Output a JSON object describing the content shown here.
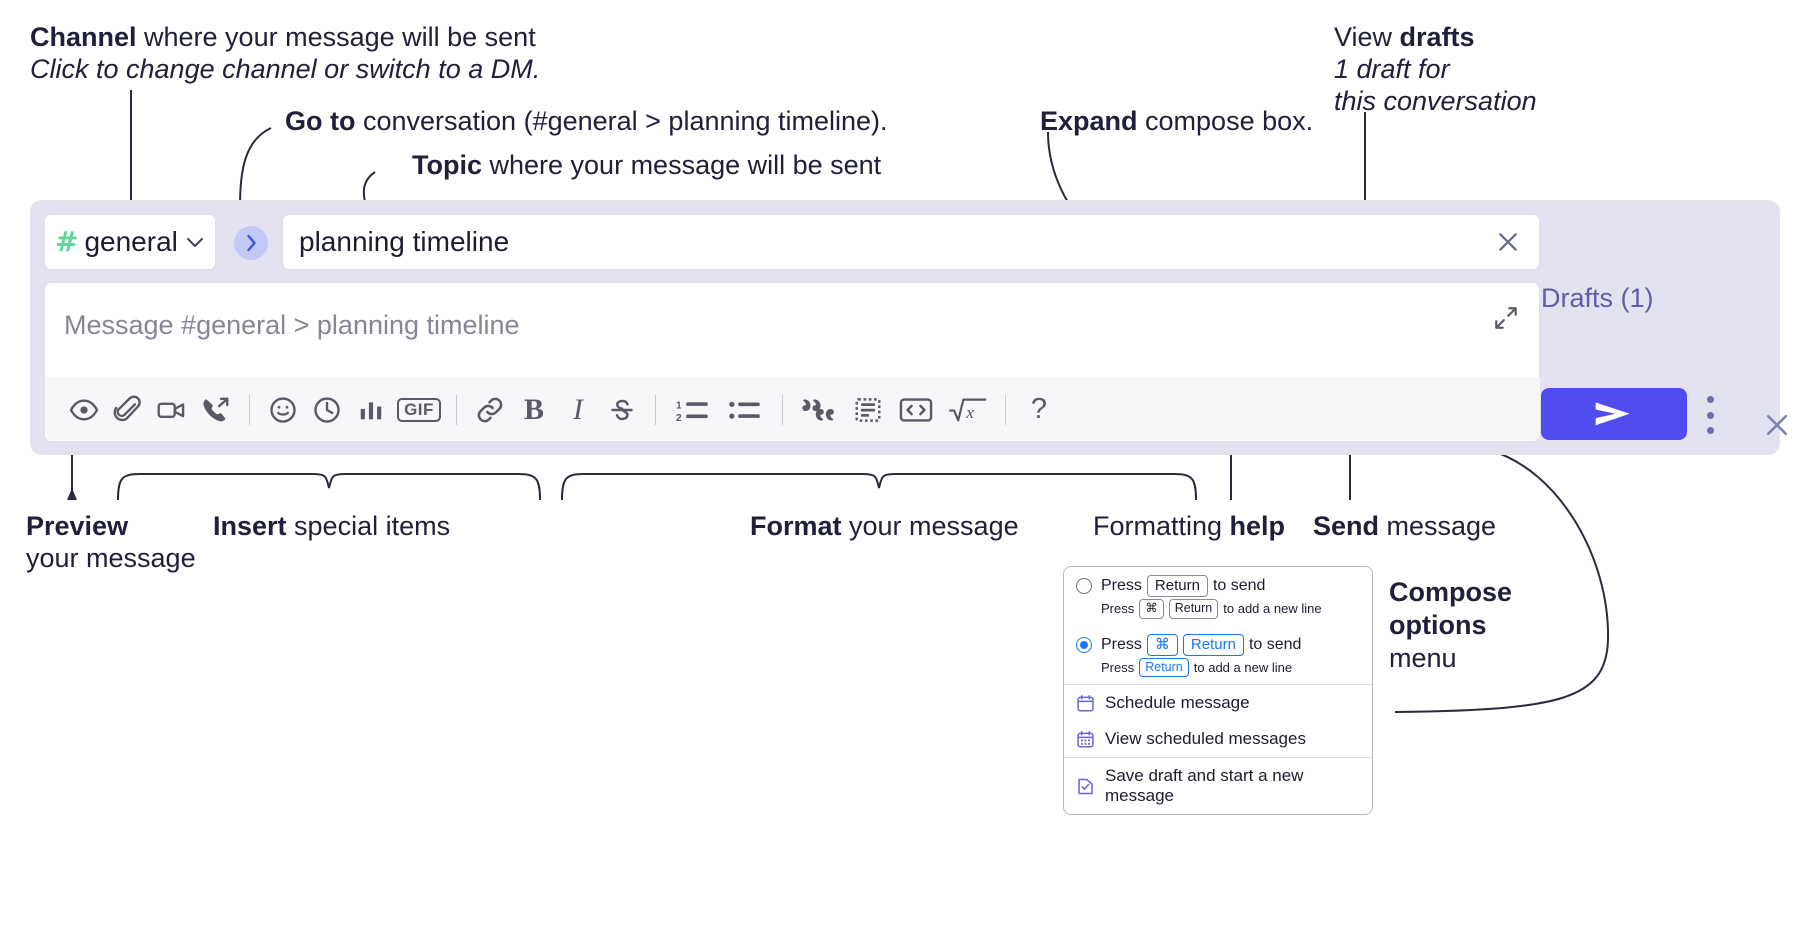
{
  "annotations": {
    "channel": {
      "bold": "Channel",
      "rest": " where your message will be sent",
      "italic": "Click to change channel or switch to a DM."
    },
    "goto": {
      "bold": "Go to",
      "rest": " conversation (#general > planning timeline)."
    },
    "topic": {
      "bold": "Topic",
      "rest": " where your message will be sent"
    },
    "expand": {
      "bold": "Expand",
      "rest": " compose box."
    },
    "drafts": {
      "plain": "View ",
      "bold": "drafts",
      "italic1": "1 draft for",
      "italic2": "this conversation"
    },
    "preview": {
      "bold": "Preview",
      "line2": "your message"
    },
    "insert": {
      "bold": "Insert",
      "rest": " special items"
    },
    "format": {
      "bold": "Format",
      "rest": " your message"
    },
    "help": {
      "plain": "Formatting ",
      "bold": "help"
    },
    "send": {
      "bold": "Send",
      "rest": " message"
    },
    "compose_options": {
      "bold1": "Compose",
      "bold2": "options",
      "plain": "menu"
    }
  },
  "compose": {
    "channel": {
      "hash": "#",
      "name": "general",
      "chevron": "chevron-down"
    },
    "goto_button_label": "go-to-conversation",
    "topic": {
      "value": "planning timeline",
      "clear_label": "clear-topic"
    },
    "message": {
      "placeholder": "Message #general > planning timeline"
    },
    "expand_label": "expand-compose",
    "drafts_link": "Drafts (1)",
    "send_label": "send",
    "kebab_label": "compose-options",
    "panel_close_label": "close-compose",
    "toolbar": [
      {
        "name": "preview-icon",
        "label": "Preview",
        "type": "icon"
      },
      {
        "name": "attachment-icon",
        "label": "Attach file",
        "type": "icon"
      },
      {
        "name": "video-icon",
        "label": "Record video clip",
        "type": "icon"
      },
      {
        "name": "audio-clip-icon",
        "label": "Record audio clip",
        "type": "icon"
      },
      {
        "name": "separator",
        "label": "",
        "type": "sep"
      },
      {
        "name": "emoji-icon",
        "label": "Emoji",
        "type": "icon"
      },
      {
        "name": "clock-icon",
        "label": "Schedule",
        "type": "icon"
      },
      {
        "name": "poll-icon",
        "label": "Poll",
        "type": "icon"
      },
      {
        "name": "gif-icon",
        "label": "GIF",
        "type": "text"
      },
      {
        "name": "separator",
        "label": "",
        "type": "sep"
      },
      {
        "name": "link-icon",
        "label": "Link",
        "type": "icon"
      },
      {
        "name": "bold-icon",
        "label": "B",
        "type": "text"
      },
      {
        "name": "italic-icon",
        "label": "I",
        "type": "text"
      },
      {
        "name": "strikethrough-icon",
        "label": "S",
        "type": "icon"
      },
      {
        "name": "separator",
        "label": "",
        "type": "sep"
      },
      {
        "name": "ordered-list-icon",
        "label": "Ordered list",
        "type": "icon"
      },
      {
        "name": "bulleted-list-icon",
        "label": "Bulleted list",
        "type": "icon"
      },
      {
        "name": "separator",
        "label": "",
        "type": "sep"
      },
      {
        "name": "blockquote-icon",
        "label": "Blockquote",
        "type": "icon"
      },
      {
        "name": "code-block-icon",
        "label": "Code block",
        "type": "icon"
      },
      {
        "name": "code-icon",
        "label": "Code",
        "type": "icon"
      },
      {
        "name": "latex-icon",
        "label": "LaTeX",
        "type": "icon"
      },
      {
        "name": "separator",
        "label": "",
        "type": "sep"
      },
      {
        "name": "help-icon",
        "label": "?",
        "type": "text"
      }
    ]
  },
  "options_menu": {
    "radio1": {
      "selected": false,
      "pre": "Press",
      "key": "Return",
      "post": "to send",
      "sub_pre": "Press",
      "sub_key1": "⌘",
      "sub_key2": "Return",
      "sub_post": "to add a new line"
    },
    "radio2": {
      "selected": true,
      "pre": "Press",
      "key1": "⌘",
      "key2": "Return",
      "post": "to send",
      "sub_pre": "Press",
      "sub_key": "Return",
      "sub_post": "to add a new line"
    },
    "items": [
      {
        "icon": "calendar-icon",
        "label": "Schedule message"
      },
      {
        "icon": "calendar-grid-icon",
        "label": "View scheduled messages"
      },
      {
        "icon": "save-draft-icon",
        "label": "Save draft and start a new message"
      }
    ]
  },
  "colors": {
    "panel_bg": "#e2e2f0",
    "send_button": "#514cf0",
    "hash_green": "#62d699",
    "drafts_purple": "#5f5fa8",
    "radio_blue": "#1978f0",
    "menu_icon_purple": "#6b63d6"
  }
}
